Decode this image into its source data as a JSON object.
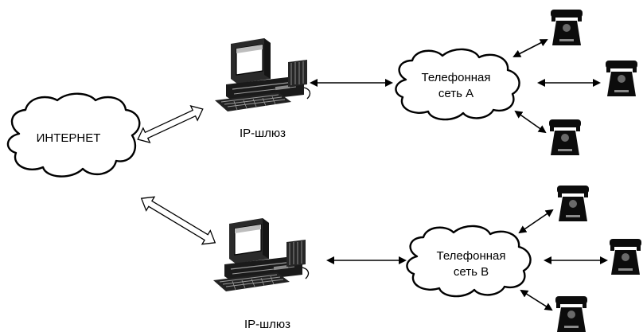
{
  "nodes": {
    "internet": "ИНТЕРНЕТ",
    "gateway_a": "IP-шлюз",
    "gateway_b": "IP-шлюз",
    "network_a": {
      "line1": "Телефонная",
      "line2": "сеть А"
    },
    "network_b": {
      "line1": "Телефонная",
      "line2": "сеть В"
    }
  },
  "icons": {
    "cloud": "cloud-icon",
    "computer": "computer-icon",
    "telephone": "telephone-icon",
    "hollow_arrow": "double-arrow-icon",
    "line_arrow": "double-arrow-icon"
  }
}
